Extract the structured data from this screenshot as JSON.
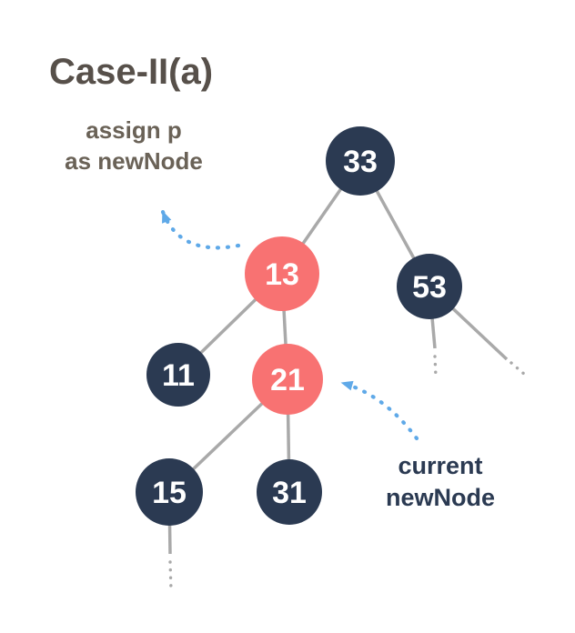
{
  "title": "Case-II(a)",
  "annotations": {
    "assign_p": {
      "line1": "assign p",
      "line2": "as newNode"
    },
    "current": {
      "line1": "current",
      "line2": "newNode"
    }
  },
  "tree": {
    "nodes": {
      "n33": {
        "label": "33",
        "color": "dark"
      },
      "n13": {
        "label": "13",
        "color": "red"
      },
      "n53": {
        "label": "53",
        "color": "dark"
      },
      "n11": {
        "label": "11",
        "color": "dark"
      },
      "n21": {
        "label": "21",
        "color": "red"
      },
      "n15": {
        "label": "15",
        "color": "dark"
      },
      "n31": {
        "label": "31",
        "color": "dark"
      }
    },
    "edges": [
      {
        "from": "33",
        "to": "13"
      },
      {
        "from": "33",
        "to": "53"
      },
      {
        "from": "13",
        "to": "11"
      },
      {
        "from": "13",
        "to": "21"
      },
      {
        "from": "21",
        "to": "15"
      },
      {
        "from": "21",
        "to": "31"
      }
    ],
    "continuations": [
      "53-left-down",
      "53-right-down",
      "15-down"
    ]
  },
  "colors": {
    "background": "#ffffff",
    "node_dark": "#2b3a52",
    "node_red": "#f87272",
    "node_text": "#ffffff",
    "edge": "#a9a9a9",
    "arrow": "#5fa9e8",
    "title_text": "#57504a",
    "annotation_gray": "#6a6257",
    "annotation_dark": "#2b3a52"
  }
}
